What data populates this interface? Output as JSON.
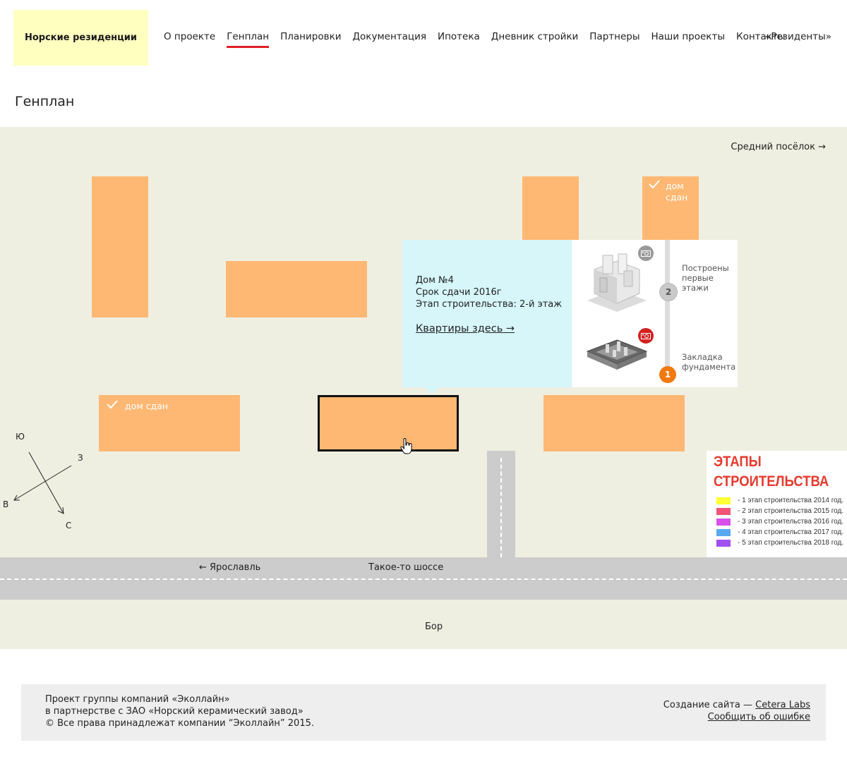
{
  "header": {
    "logo": "Норские резиденции",
    "nav": [
      "О проекте",
      "Генплан",
      "Планировки",
      "Документация",
      "Ипотека",
      "Дневник стройки",
      "Партнеры",
      "Наши проекты",
      "Контакты"
    ],
    "active_nav": "Генплан",
    "residents_link": "«Резиденты»"
  },
  "page": {
    "title": "Генплан"
  },
  "map": {
    "middle_village_link": "Средний посёлок →",
    "done_label_top": "дом сдан",
    "done_label_bottom": "дом сдан",
    "popup": {
      "house": "Дом №4",
      "deadline": "Срок сдачи 2016г",
      "stage": "Этап строительства: 2-й этаж",
      "apartments_link": "Квартиры здесь →",
      "stages": [
        {
          "num": "2",
          "text": "Построены первые этажи",
          "camera_color": "#999999"
        },
        {
          "num": "1",
          "text": "Закладка фундамента",
          "camera_color": "#d42020"
        }
      ]
    },
    "compass": {
      "south": "Ю",
      "west": "З",
      "east": "В",
      "north": "С"
    },
    "legend": {
      "title_line1": "ЭТАПЫ",
      "title_line2": "СТРОИТЕЛЬСТВА",
      "items": [
        {
          "label": "- 1 этап строительства 2014 год.",
          "color": "#ffff33"
        },
        {
          "label": "- 2 этап строительства 2015 год.",
          "color": "#f05478"
        },
        {
          "label": "- 3 этап строительства 2016 год.",
          "color": "#d850e8"
        },
        {
          "label": "- 4 этап строительства 2017 год.",
          "color": "#5aa8f0"
        },
        {
          "label": "- 5 этап строительства 2018 год.",
          "color": "#a050f0"
        }
      ]
    },
    "road_left": "← Ярославль",
    "road_name": "Такое-то шоссе",
    "forest": "Бор",
    "colors": {
      "building": "#ffb873",
      "map_bg": "#efefe1",
      "popup_bg": "#d6f6f9"
    }
  },
  "footer": {
    "line1": "Проект группы компаний «Эколлайн»",
    "line2": "в партнерстве с ЗАО «Норский керамический завод»",
    "line3": "© Все права принадлежат компании “Эколлайн” 2015.",
    "credit_prefix": "Создание сайта — ",
    "credit_link": "Cetera Labs",
    "report_link": "Сообщить об ошибке"
  }
}
